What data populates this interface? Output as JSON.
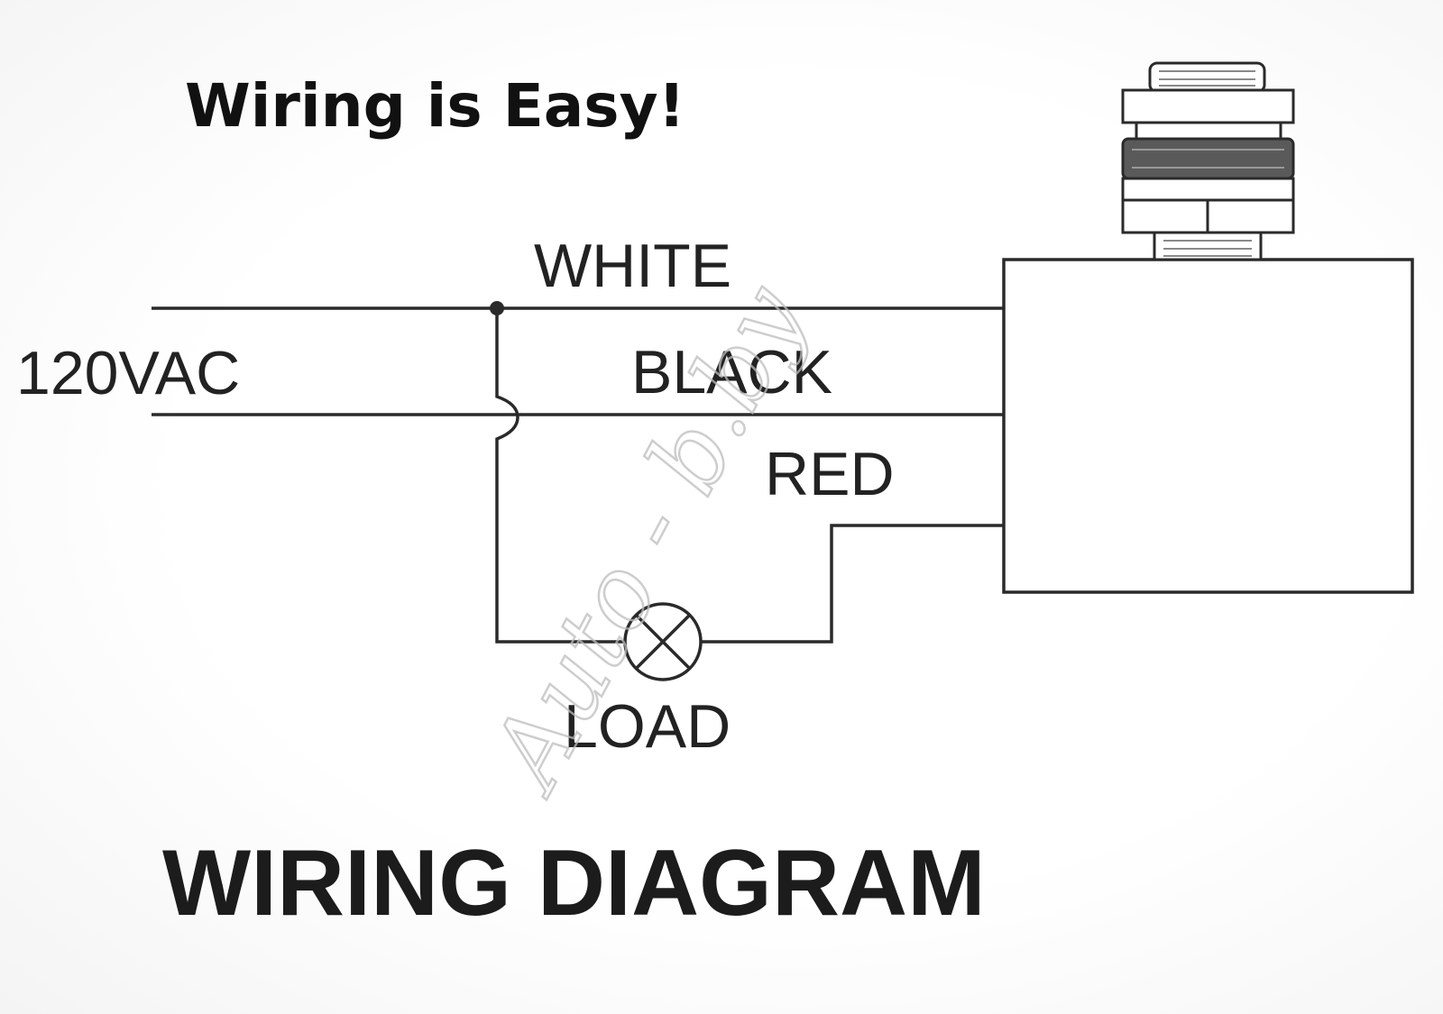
{
  "heading": "Wiring is Easy!",
  "supply_label": "120VAC",
  "wires": {
    "white": "WHITE",
    "black": "BLACK",
    "red": "RED"
  },
  "load_label": "LOAD",
  "footer_title": "WIRING DIAGRAM",
  "watermark": "Auto - b.by",
  "colors": {
    "line": "#2a2a2a",
    "text": "#222222",
    "watermark": "#bdbdbd"
  }
}
